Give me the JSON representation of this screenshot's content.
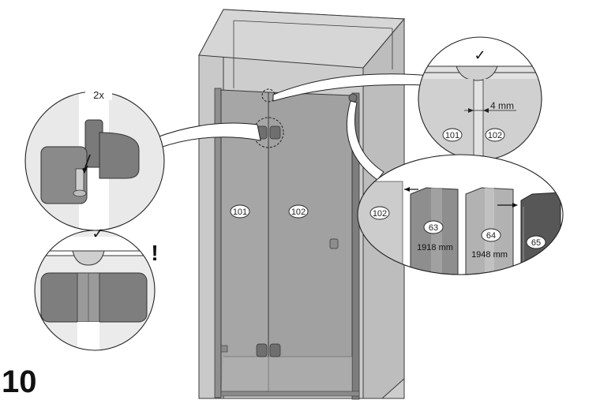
{
  "step_number": "10",
  "hinge_callout": {
    "quantity": "2x"
  },
  "check_mark": "✓",
  "warning_mark": "!",
  "gap_callout": {
    "dimension": "4 mm",
    "left_panel": "101",
    "right_panel": "102"
  },
  "panels": {
    "fixed": "101",
    "door": "102"
  },
  "profiles_callout": {
    "panel": "102",
    "profiles": [
      {
        "id": "63",
        "length": "1918 mm"
      },
      {
        "id": "64",
        "length": "1948 mm"
      },
      {
        "id": "65",
        "length": ""
      }
    ]
  },
  "colors": {
    "glass": "#a9a9a9",
    "wall": "#c4c4c4",
    "profile_dark": "#5b5b5b",
    "outline": "#3a3a3a"
  }
}
